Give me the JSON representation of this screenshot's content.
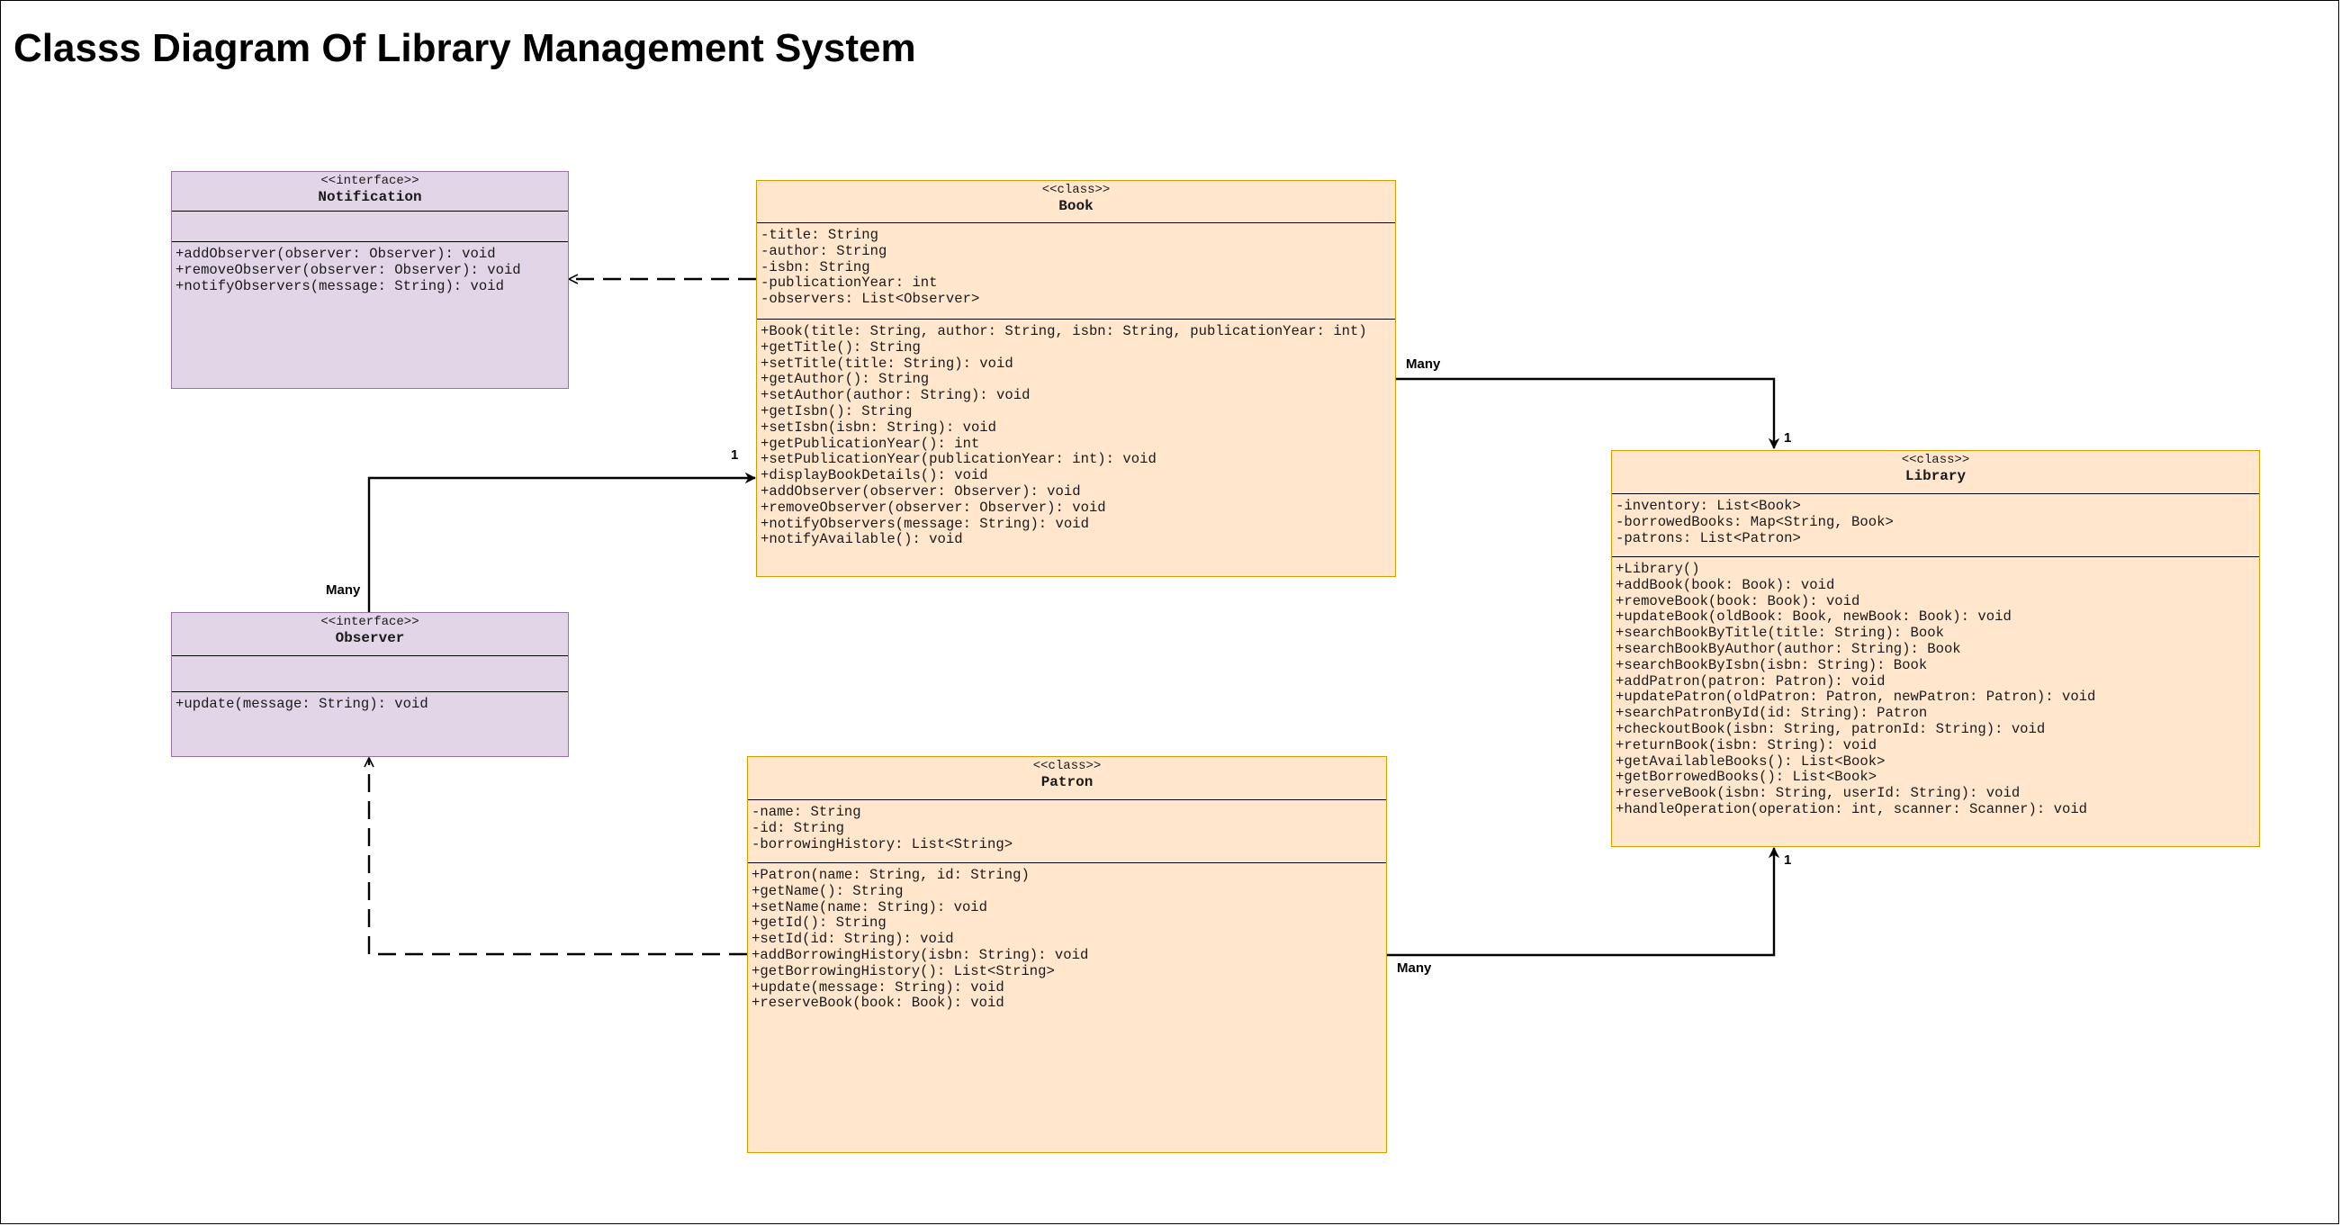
{
  "title": "Classs Diagram Of Library Management System",
  "colors": {
    "interface_fill": "#e1d5e7",
    "interface_stroke": "#9673a6",
    "class_fill": "#ffe6cc",
    "class_stroke": "#d79b00"
  },
  "notification": {
    "stereotype": "<<interface>>",
    "name": "Notification",
    "attributes": [],
    "methods": [
      "+addObserver(observer: Observer): void",
      "+removeObserver(observer: Observer): void",
      "+notifyObservers(message: String): void"
    ]
  },
  "observer": {
    "stereotype": "<<interface>>",
    "name": "Observer",
    "attributes": [],
    "methods": [
      "+update(message: String): void"
    ]
  },
  "book": {
    "stereotype": "<<class>>",
    "name": "Book",
    "attributes": [
      "-title: String",
      "-author: String",
      "-isbn: String",
      "-publicationYear: int",
      "-observers: List<Observer>"
    ],
    "methods": [
      "+Book(title: String, author: String, isbn: String, publicationYear: int)",
      "+getTitle(): String",
      "+setTitle(title: String): void",
      "+getAuthor(): String",
      "+setAuthor(author: String): void",
      "+getIsbn(): String",
      "+setIsbn(isbn: String): void",
      "+getPublicationYear(): int",
      "+setPublicationYear(publicationYear: int): void",
      "+displayBookDetails(): void",
      "+addObserver(observer: Observer): void",
      "+removeObserver(observer: Observer): void",
      "+notifyObservers(message: String): void",
      "+notifyAvailable(): void"
    ]
  },
  "patron": {
    "stereotype": "<<class>>",
    "name": "Patron",
    "attributes": [
      "-name: String",
      "-id: String",
      "-borrowingHistory: List<String>"
    ],
    "methods": [
      "+Patron(name: String, id: String)",
      "+getName(): String",
      "+setName(name: String): void",
      "+getId(): String",
      "+setId(id: String): void",
      "+addBorrowingHistory(isbn: String): void",
      "+getBorrowingHistory(): List<String>",
      "+update(message: String): void",
      "+reserveBook(book: Book): void"
    ]
  },
  "library": {
    "stereotype": "<<class>>",
    "name": "Library",
    "attributes": [
      "-inventory: List<Book>",
      "-borrowedBooks: Map<String, Book>",
      "-patrons: List<Patron>"
    ],
    "methods": [
      "+Library()",
      "+addBook(book: Book): void",
      "+removeBook(book: Book): void",
      "+updateBook(oldBook: Book, newBook: Book): void",
      "+searchBookByTitle(title: String): Book",
      "+searchBookByAuthor(author: String): Book",
      "+searchBookByIsbn(isbn: String): Book",
      "+addPatron(patron: Patron): void",
      "+updatePatron(oldPatron: Patron, newPatron: Patron): void",
      "+searchPatronById(id: String): Patron",
      "+checkoutBook(isbn: String, patronId: String): void",
      "+returnBook(isbn: String): void",
      "+getAvailableBooks(): List<Book>",
      "+getBorrowedBooks(): List<Book>",
      "+reserveBook(isbn: String, userId: String): void",
      "+handleOperation(operation: int, scanner: Scanner): void"
    ]
  },
  "multiplicities": {
    "book_library_many": "Many",
    "book_library_one": "1",
    "observer_book_many": "Many",
    "observer_book_one": "1",
    "patron_library_many": "Many",
    "patron_library_one": "1"
  }
}
